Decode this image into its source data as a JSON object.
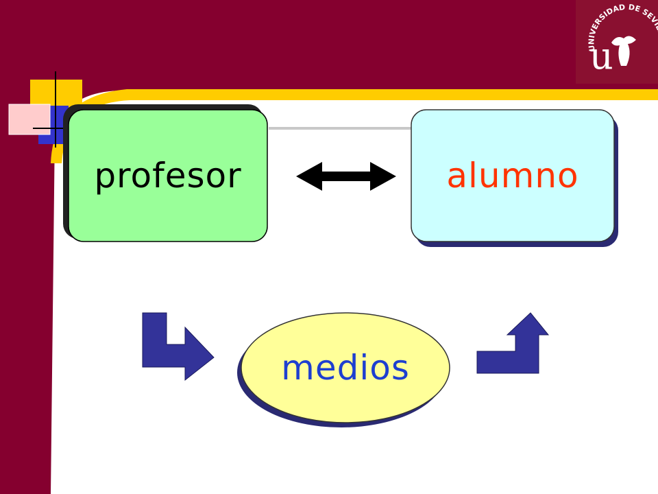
{
  "colors": {
    "maroon": "#85002f",
    "gold": "#ffcc00",
    "profesor_fill": "#99ff99",
    "alumno_fill": "#ccffff",
    "medios_fill": "#ffff99",
    "alumno_text": "#ff3300",
    "medios_text": "#1e3fd0",
    "flow_arrow": "#333399"
  },
  "diagram": {
    "profesor": {
      "label": "profesor"
    },
    "alumno": {
      "label": "alumno"
    },
    "medios": {
      "label": "medios"
    },
    "connectors": {
      "profesor_alumno": "double-arrow",
      "profesor_medios": "down-right-arrow",
      "medios_alumno": "right-up-arrow"
    }
  },
  "logo": {
    "name": "universidad-de-sevilla-logo",
    "text": "UNIVERSIDAD DE SEVILLA",
    "monogram": "u"
  }
}
